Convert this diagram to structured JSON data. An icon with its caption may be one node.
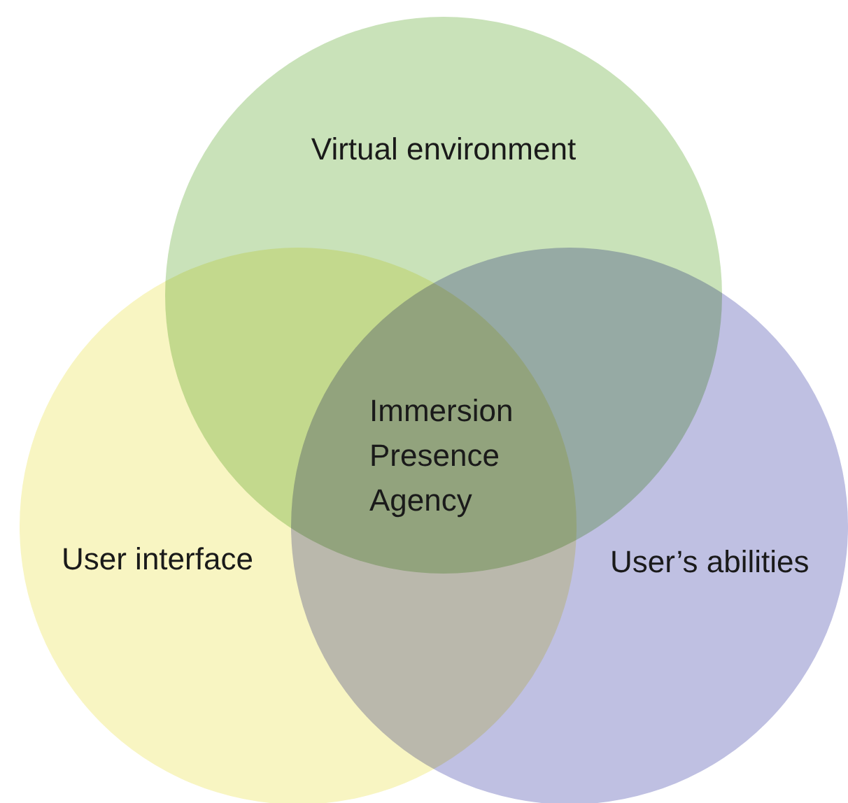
{
  "diagram": {
    "nodes": [
      {
        "text": [
          "Virtual environment"
        ]
      },
      {
        "text": [
          "User interface"
        ]
      },
      {
        "text": [
          "User’s abilities"
        ]
      }
    ],
    "labels": [
      "Immersion",
      "Presence",
      "Agency"
    ]
  }
}
